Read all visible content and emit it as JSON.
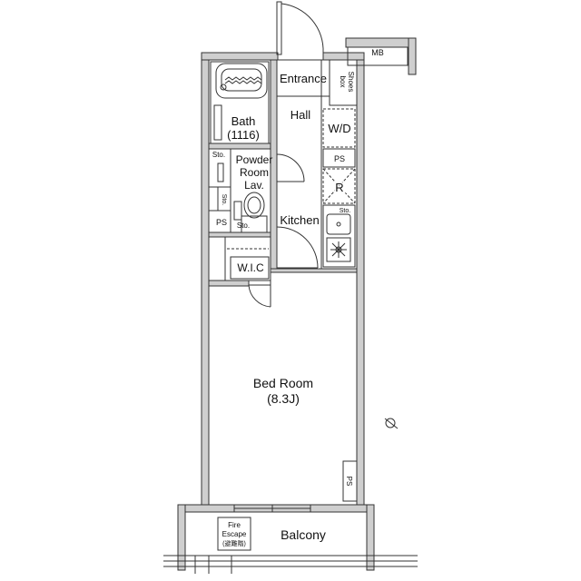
{
  "rooms": {
    "entrance": "Entrance",
    "shoes_box": [
      "Shoes",
      "box"
    ],
    "hall": "Hall",
    "bath": [
      "Bath",
      "(1116)"
    ],
    "wd": "W/D",
    "ps": "PS",
    "refrigerator": "R",
    "powder_room": [
      "Powder",
      "Room",
      "Lav."
    ],
    "storage": "Sto.",
    "kitchen": "Kitchen",
    "wic": "W.I.C",
    "bedroom": [
      "Bed Room",
      "(8.3J)"
    ],
    "mb": "MB",
    "balcony": "Balcony",
    "fire_escape": [
      "Fire",
      "Escape",
      "(避難階)"
    ]
  },
  "colors": {
    "wall_fill": "#cfcfcf",
    "line": "#333333",
    "text": "#111111"
  }
}
